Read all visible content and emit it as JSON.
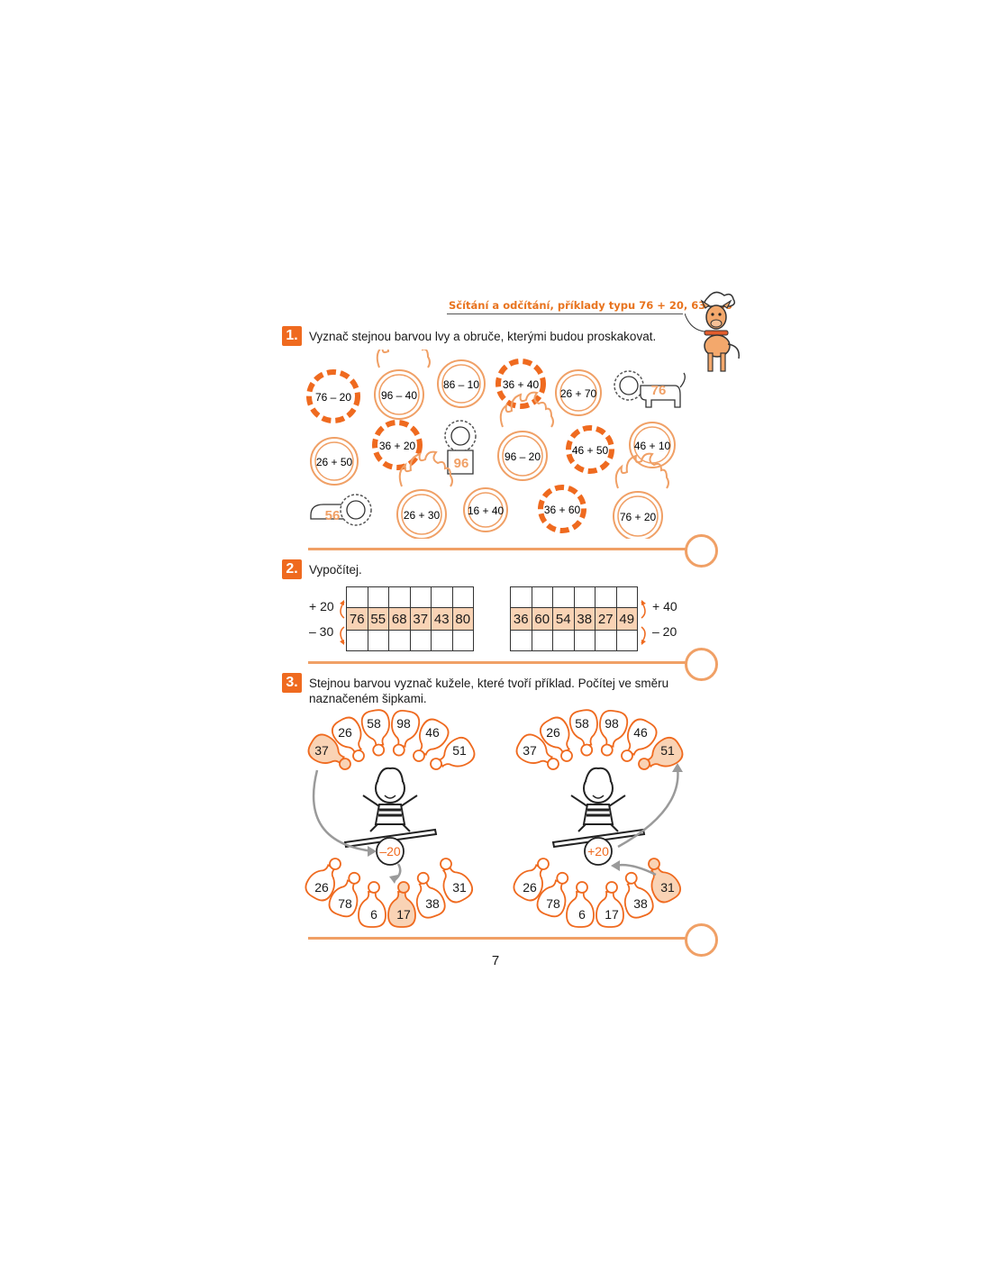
{
  "header": {
    "title": "Sčítání a odčítání, příklady typu 76 + 20, 63 – 30"
  },
  "mascot_icon": "pony-mascot-icon",
  "colors": {
    "accent": "#ef6a1f",
    "light_accent": "#f0a066",
    "fill": "#f9d3b5",
    "arrow": "#9a9a9a"
  },
  "exercises": [
    {
      "number": "1.",
      "instruction": "Vyznač stejnou barvou lvy a obruče, kterými budou proskakovat."
    },
    {
      "number": "2.",
      "instruction": "Vypočítej."
    },
    {
      "number": "3.",
      "instruction_line1": "Stejnou barvou vyznač kužele, které tvoří příklad. Počítej ve směru",
      "instruction_line2": "naznačeném šipkami."
    }
  ],
  "hoops": {
    "items": [
      "76 – 20",
      "96 – 40",
      "86 – 10",
      "36 + 40",
      "26 + 70",
      "26 + 50",
      "36 + 20",
      "96 – 20",
      "46 + 50",
      "46 + 10",
      "26 + 30",
      "16 + 40",
      "36 + 60",
      "76 + 20"
    ],
    "lions": [
      "76",
      "96",
      "56"
    ]
  },
  "calc": {
    "left": {
      "top_op": "+ 20",
      "bottom_op": "– 30",
      "values": [
        "76",
        "55",
        "68",
        "37",
        "43",
        "80"
      ]
    },
    "right": {
      "top_op": "+ 40",
      "bottom_op": "– 20",
      "values": [
        "36",
        "60",
        "54",
        "38",
        "27",
        "49"
      ]
    }
  },
  "pins": {
    "left": {
      "top": [
        "37",
        "26",
        "58",
        "98",
        "46",
        "51"
      ],
      "bottom": [
        "26",
        "78",
        "6",
        "17",
        "38",
        "31"
      ],
      "ball": "–20"
    },
    "right": {
      "top": [
        "37",
        "26",
        "58",
        "98",
        "46",
        "51"
      ],
      "bottom": [
        "26",
        "78",
        "6",
        "17",
        "38",
        "31"
      ],
      "ball": "+20"
    }
  },
  "page_number": "7"
}
